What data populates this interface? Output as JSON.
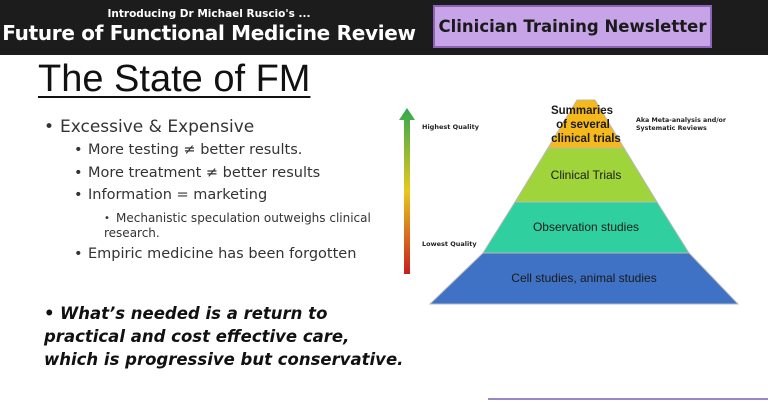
{
  "header": {
    "intro": "Introducing Dr Michael Ruscio's ...",
    "title": "Future of Functional Medicine Review",
    "newsletter": "Clinician Training Newsletter"
  },
  "slide": {
    "title": "The State of FM",
    "bullets": {
      "b1": "Excessive & Expensive",
      "b1a": "More testing ≠ better results.",
      "b1b": "More treatment ≠ better results",
      "b1c": "Information = marketing",
      "b1c1": "Mechanistic speculation outweighs clinical research.",
      "b1d": "Empiric medicine has been forgotten"
    },
    "needed": "What’s needed is a return to practical and cost effective care, which is progressive but conservative."
  },
  "pyramid": {
    "arrow_top_label": "Highest Quality",
    "arrow_bottom_label": "Lowest Quality",
    "aka_line1": "Aka Meta-analysis and/or",
    "aka_line2": "Systematic Reviews",
    "tier1_line1": "Summaries",
    "tier1_line2": "of several",
    "tier1_line3": "clinical trials",
    "tier2": "Clinical Trials",
    "tier3": "Observation studies",
    "tier4": "Cell studies, animal studies",
    "colors": {
      "tier1": "#f6b91c",
      "tier2": "#9fd53a",
      "tier3": "#2fcf9f",
      "tier4": "#3f72c5",
      "arrow_top": "#2fa84f",
      "arrow_mid": "#e8c81c",
      "arrow_bottom": "#c81e1e"
    }
  }
}
